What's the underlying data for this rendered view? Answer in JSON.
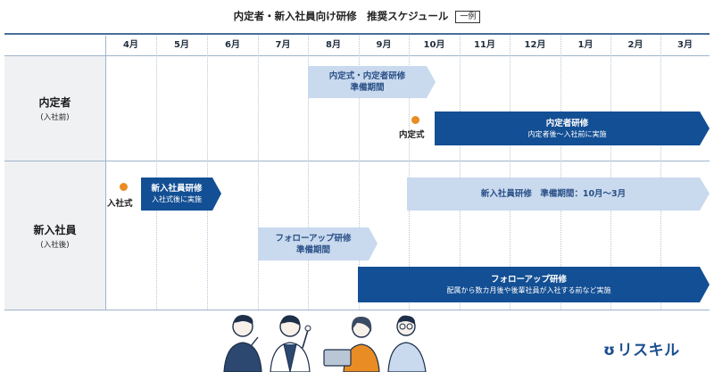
{
  "title": "内定者・新入社員向け研修　推奨スケジュール",
  "badge": "一例",
  "months": [
    "4月",
    "5月",
    "6月",
    "7月",
    "8月",
    "9月",
    "10月",
    "11月",
    "12月",
    "1月",
    "2月",
    "3月"
  ],
  "rows": {
    "naiteisha": {
      "label": "内定者",
      "sub": "(入社前)"
    },
    "shinnyu": {
      "label": "新入社員",
      "sub": "(入社後)"
    }
  },
  "bars": {
    "naitei_prep": {
      "line1": "内定式・内定者研修",
      "line2": "準備期間"
    },
    "naitei_training": {
      "line1": "内定者研修",
      "line2": "内定者後〜入社前に実施"
    },
    "shinnyu_training": {
      "line1": "新入社員研修",
      "line2": "入社式後に実施"
    },
    "shinnyu_prep": {
      "line1": "新入社員研修　準備期間：10月〜3月"
    },
    "followup_prep": {
      "line1": "フォローアップ研修",
      "line2": "準備期間"
    },
    "followup_training": {
      "line1": "フォローアップ研修",
      "line2": "配属から数カ月後や後輩社員が入社する前など実施"
    }
  },
  "events": {
    "naiteishiki": "内定式",
    "nyushashiki": "入社式"
  },
  "logo": "リスキル",
  "colors": {
    "dark_bar": "#134f94",
    "light_bar": "#c9d9ee",
    "event_dot": "#e98c23",
    "label_bg": "#f0f1f3"
  }
}
